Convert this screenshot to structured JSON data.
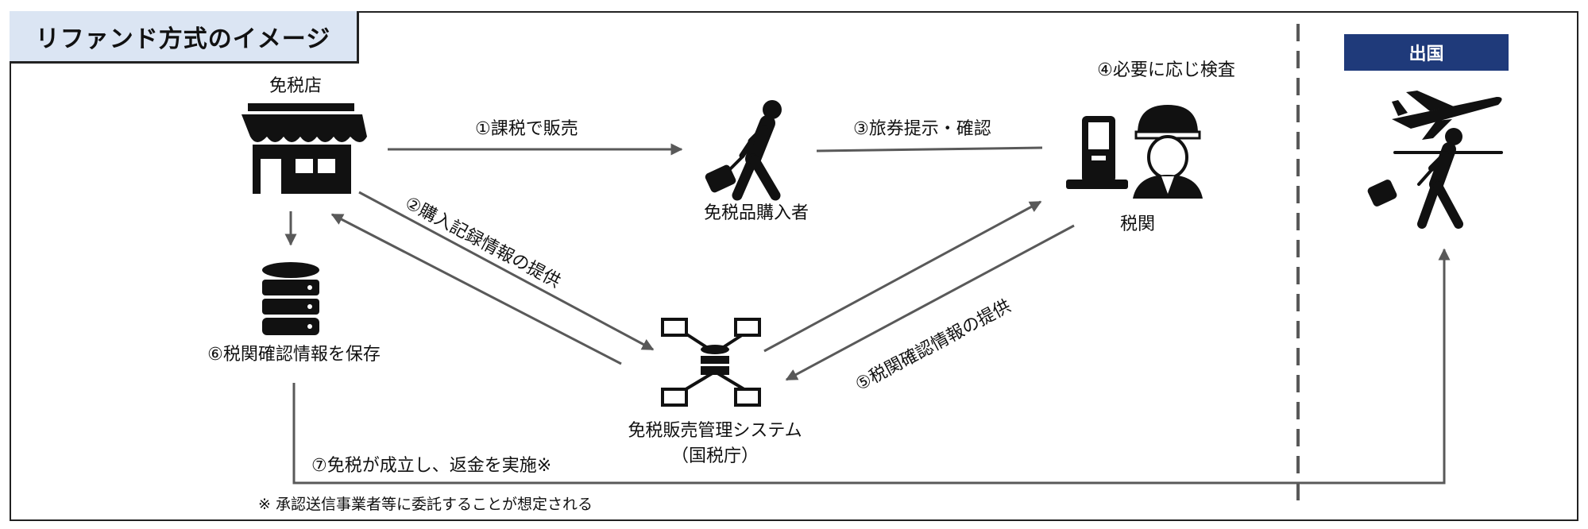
{
  "title": "リファンド方式のイメージ",
  "departure": "出国",
  "nodes": {
    "shop": "免税店",
    "buyer": "免税品購入者",
    "customs_top": "④必要に応じ検査",
    "customs": "税関",
    "storage": "⑥税関確認情報を保存",
    "system_line1": "免税販売管理システム",
    "system_line2": "（国税庁）"
  },
  "steps": {
    "s1": "①課税で販売",
    "s2": "②購入記録情報の提供",
    "s3": "③旅券提示・確認",
    "s5": "⑤税関確認情報の提供",
    "s7": "⑦免税が成立し、返金を実施※"
  },
  "note": "※ 承認送信事業者等に委託することが想定される",
  "icons": [
    "shop-icon",
    "traveler-icon",
    "kiosk-icon",
    "customs-officer-icon",
    "database-icon",
    "network-icon",
    "airplane-icon",
    "departing-traveler-icon"
  ],
  "colors": {
    "title_bg": "#dbe5f3",
    "departure_bg": "#1f3a7a",
    "arrow": "#595959",
    "icon": "#111111"
  }
}
